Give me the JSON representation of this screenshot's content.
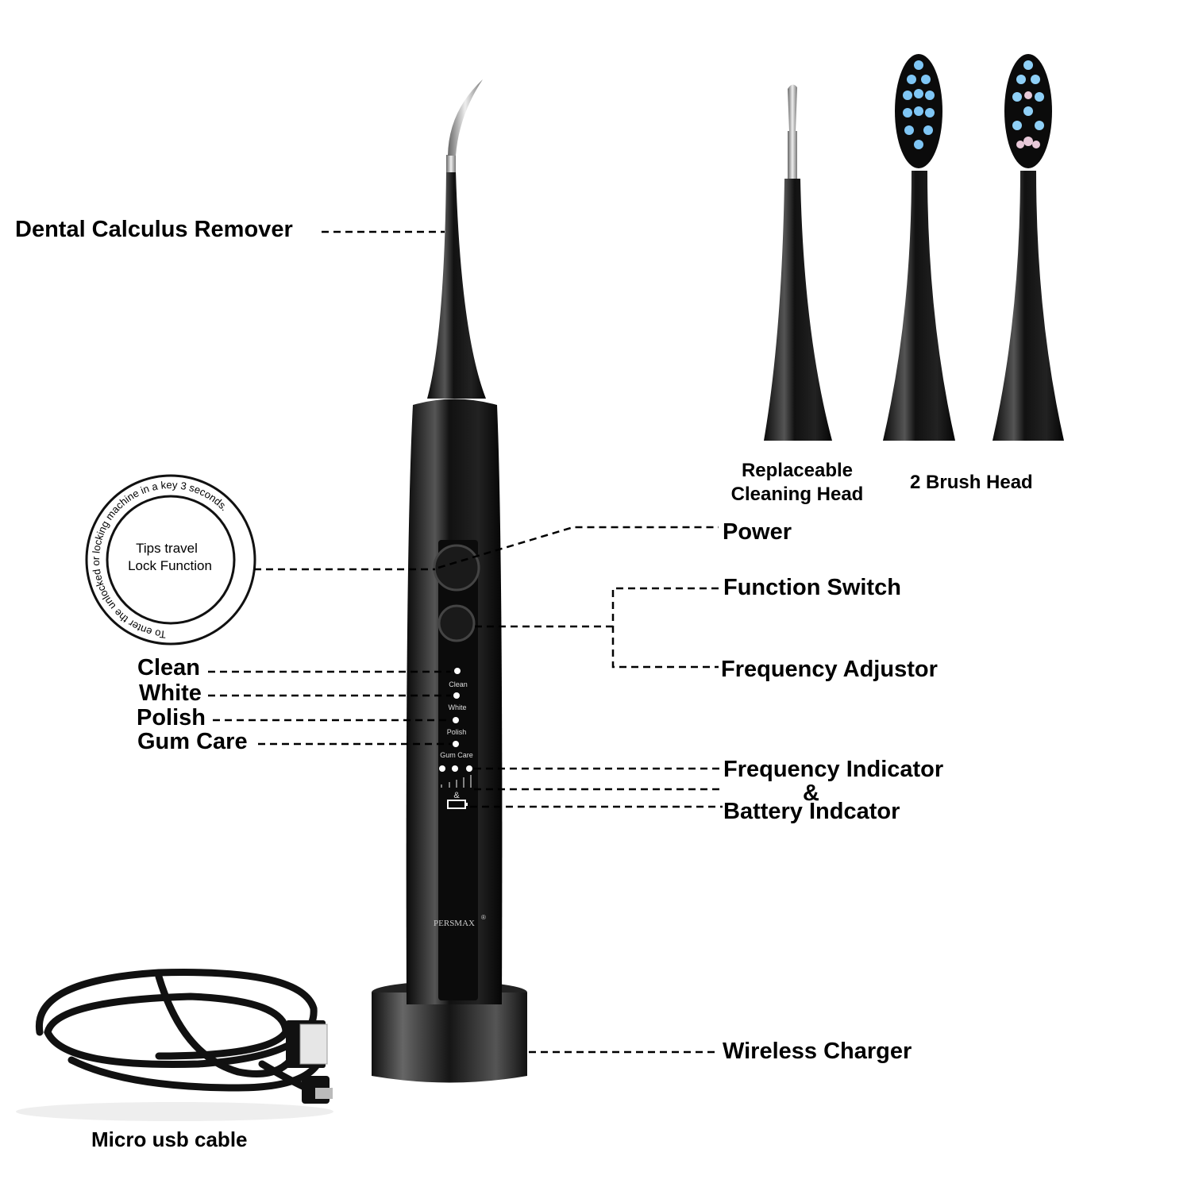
{
  "labels": {
    "calculus_remover": "Dental Calculus Remover",
    "replaceable_head_line1": "Replaceable",
    "replaceable_head_line2": "Cleaning Head",
    "brush_heads": "2 Brush Head",
    "power": "Power",
    "function_switch": "Function Switch",
    "frequency_adjustor": "Frequency Adjustor",
    "clean": "Clean",
    "white": "White",
    "polish": "Polish",
    "gum_care": "Gum Care",
    "frequency_indicator": "Frequency Indicator",
    "ampersand": "&",
    "battery_indicator": "Battery Indcator",
    "wireless_charger": "Wireless Charger",
    "micro_usb_cable": "Micro usb cable"
  },
  "lock_badge": {
    "inner_line1": "Tips travel",
    "inner_line2": "Lock Function",
    "ring_text": "To enter the unlocked or locking machine in a key 3 seconds."
  },
  "device": {
    "mode_labels": [
      "Clean",
      "White",
      "Polish",
      "Gum Care"
    ],
    "indicator_ampersand": "&",
    "brand": "PERSMAX",
    "brand_mark": "®"
  }
}
